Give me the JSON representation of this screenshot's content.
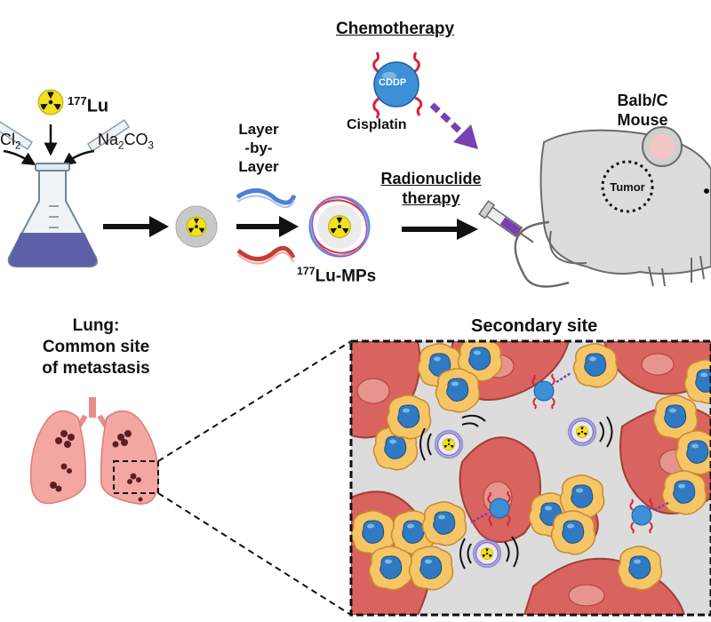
{
  "labels": {
    "lu177_prefix": "177",
    "lu177_element": "Lu",
    "cl2_reagent": "Cl",
    "cl2_sub": "2",
    "na2co3_a": "Na",
    "na2co3_sub1": "2",
    "na2co3_b": "CO",
    "na2co3_sub2": "3",
    "chemotherapy": "Chemotherapy",
    "cddp": "CDDP",
    "cisplatin": "Cisplatin",
    "lbl_line1": "Layer",
    "lbl_line2": "-by-",
    "lbl_line3": "Layer",
    "radionuclide_line1": "Radionuclide",
    "radionuclide_line2": "therapy",
    "mps_prefix": "177",
    "mps_name": "Lu-MPs",
    "mouse_line1": "Balb/C",
    "mouse_line2": "Mouse",
    "tumor": "Tumor",
    "lung_line1": "Lung:",
    "lung_line2": "Common site",
    "lung_line3": "of metastasis",
    "secondary_site": "Secondary site"
  },
  "colors": {
    "radiation_yellow": "#f2e21c",
    "particle_gray": "#c9c9c9",
    "cddp_blue": "#3d8fd6",
    "cisplatin_red": "#d8253a",
    "therapy_arrow": "#7a3fb0",
    "flask_liquid": "#5e5fa8",
    "lung_pink": "#f4a6a2",
    "tissue_red": "#d9635e",
    "tumor_cell_orange": "#f4c25d",
    "nucleus_blue": "#2f7ac2",
    "vessel_gray": "#dcdcdc"
  }
}
